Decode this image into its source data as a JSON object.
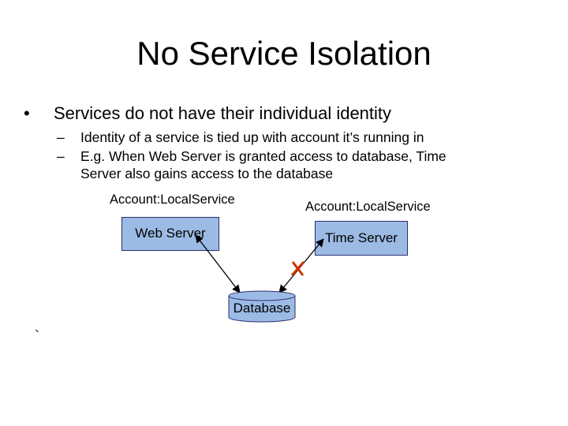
{
  "slide": {
    "title": "No Service Isolation",
    "bullet": {
      "symbol": "•",
      "text": "Services do not have their individual identity",
      "subs": [
        {
          "dash": "–",
          "text": "Identity of a service is tied up with account it’s running in"
        },
        {
          "dash": "–",
          "text": "E.g. When Web Server is granted access to database, Time",
          "cont": "Server also gains access to the database"
        }
      ]
    },
    "diagram": {
      "left_account": "Account:LocalService",
      "right_account": "Account:LocalService",
      "web_server": "Web Server",
      "time_server": "Time Server",
      "database": "Database"
    },
    "stray_mark": "`"
  },
  "colors": {
    "box_fill": "#9bbbe5",
    "box_border": "#2d2d6e",
    "cross": "#cc3300"
  },
  "icons": [
    "cross-mark-icon",
    "arrowhead-icon"
  ]
}
